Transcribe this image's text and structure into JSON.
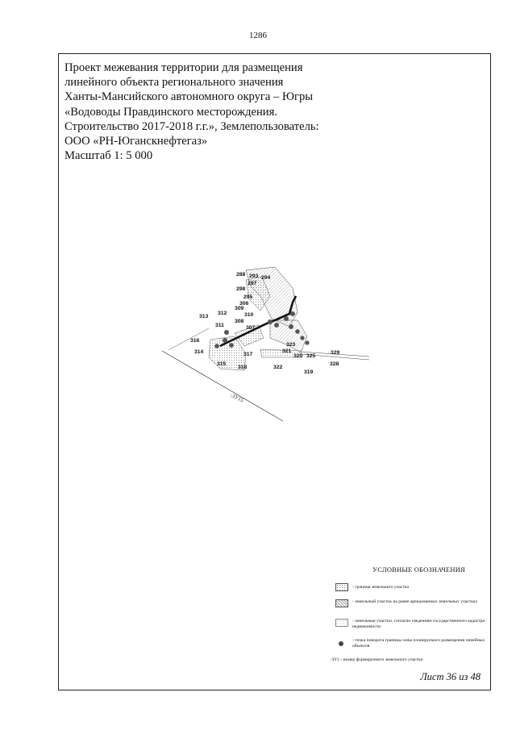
{
  "page_number": "1286",
  "title_lines": [
    "Проект межевания территории для размещения",
    "линейного объекта регионального значения",
    "Ханты-Мансийского автономного округа – Югры",
    "«Водоводы Правдинского месторождения.",
    "Строительство 2017-2018 г.г.», Землепользователь:",
    "ООО «РН-Юганскнефтегаз»",
    "Масштаб 1: 5 000"
  ],
  "map": {
    "point_labels": [
      "288",
      "293",
      "294",
      "297",
      "298",
      "295",
      "306",
      "309",
      "310",
      "313",
      "312",
      "311",
      "308",
      "307",
      "316",
      "314",
      "315",
      "317",
      "318",
      "323",
      "321",
      "320",
      "325",
      "329",
      "322",
      "328",
      "319"
    ],
    "parcel_label": ":ЗУ15",
    "colors": {
      "line": "#222222",
      "route": "#111111",
      "points": "#555555"
    }
  },
  "legend": {
    "heading": "УСЛОВНЫЕ ОБОЗНАЧЕНИЯ",
    "items": [
      {
        "icon": "dotted-swatch",
        "text": "- граница земельного участка"
      },
      {
        "icon": "hatched-swatch",
        "text": "- земельный участок на ранее арендованных земельных участках"
      },
      {
        "icon": "light-dotted-swatch",
        "text": "- земельные участки, согласно сведениям государственного кадастра недвижимости"
      },
      {
        "icon": "point-marker",
        "text": "- точка поворота границы зоны планируемого размещения линейных объектов"
      }
    ],
    "code_item": {
      "code": ":ЗУ1",
      "text": " - номер формируемого земельного участка"
    }
  },
  "sheet": "Лист 36 из 48"
}
